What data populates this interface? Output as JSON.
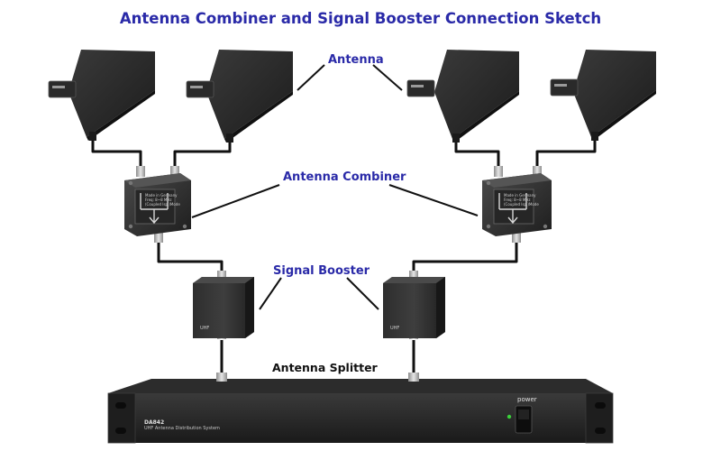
{
  "title": "Antenna Combiner and Signal Booster Connection Sketch",
  "labels": {
    "antenna": "Antenna",
    "combiner": "Antenna Combiner",
    "booster": "Signal Booster",
    "splitter": "Antenna Splitter"
  },
  "splitter_panel": {
    "power_label": "power",
    "model": "DA842",
    "description": "UHF Antenna Distribution System"
  },
  "combiner_face_text": [
    "Made in Germany",
    "Freq: 8~8 MHz",
    "(Coupled Isp.)Mode"
  ],
  "booster_face_text": "UHF",
  "colors": {
    "label_blue": "#2a2aa8",
    "cable": "#111111",
    "device_body": "#2a2a2a",
    "connector": "#c9c9c9",
    "power_led": "#3ad13a"
  }
}
